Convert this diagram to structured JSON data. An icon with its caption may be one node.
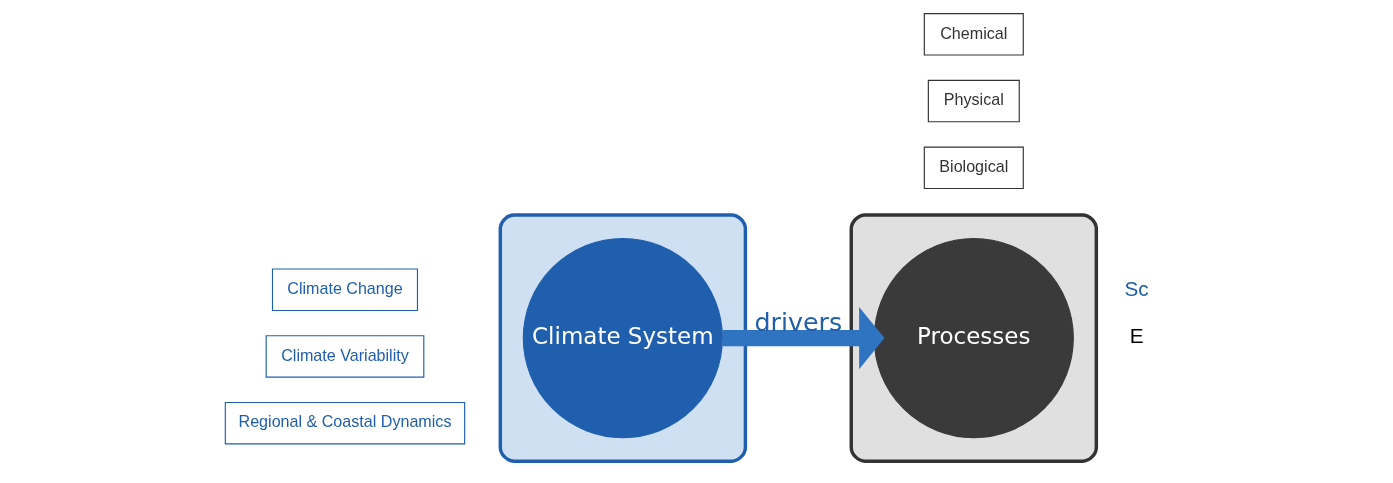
{
  "diagram": {
    "nodes": [
      {
        "text": [],
        "shape": "ellipse"
      },
      {
        "text": [
          "Climate Change"
        ]
      },
      {
        "text": [
          "Climate Variability"
        ]
      },
      {
        "text": [
          "Climate System"
        ],
        "in": 0
      },
      {
        "text": [
          "Regional & Coastal Dynamics"
        ]
      },
      {
        "text": [],
        "shape": "ellipse"
      },
      {
        "text": [
          "Biological"
        ]
      },
      {
        "text": [
          "Processes"
        ],
        "in": 5
      },
      {
        "text": [
          "Physical"
        ]
      },
      {
        "text": [
          "Chemical"
        ]
      }
    ],
    "edges": [
      {
        "from": 3,
        "to": 7,
        "arrow": "to",
        "label": "drivers",
        "color": "#2f74c0"
      }
    ],
    "labels": [
      "E",
      "Sc"
    ]
  }
}
